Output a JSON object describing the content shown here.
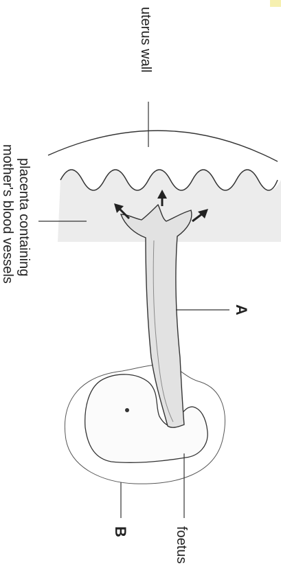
{
  "labels": {
    "uterus_wall": "uterus wall",
    "placenta_line1": "placenta containing",
    "placenta_line2": "mother's blood vessels",
    "A": "A",
    "B": "B",
    "foetus": "foetus"
  },
  "colors": {
    "stroke": "#333333",
    "placenta_fill": "#ececec",
    "cord_fill": "#e2e2e2",
    "text": "#222222",
    "corner_tab": "#f6f0b0"
  }
}
